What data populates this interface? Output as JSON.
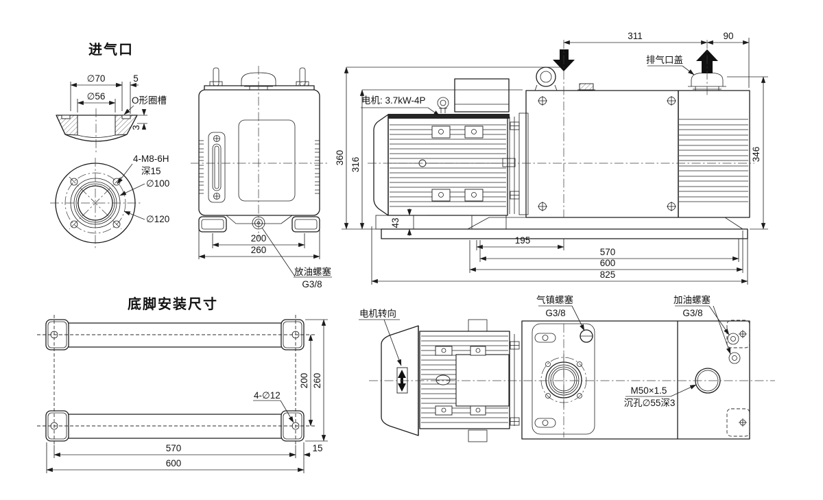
{
  "drawing": {
    "background": "#ffffff",
    "line_color": "#1c1c1c",
    "inlet": {
      "title": "进气口",
      "dia70": "∅70",
      "gap5": "5",
      "dia56": "∅56",
      "oring": "O形圈槽",
      "depth3": "3"
    },
    "flange": {
      "bolts": "4-M8-6H",
      "bolt_depth": "深15",
      "dia100": "∅100",
      "dia120": "∅120"
    },
    "front": {
      "dim200": "200",
      "dim260": "260",
      "drain_label": "放油螺塞",
      "drain_thread": "G3/8"
    },
    "side": {
      "dim311": "311",
      "dim90": "90",
      "exhaust_cover": "排气口盖",
      "motor_label": "电机: 3.7kW-4P",
      "dim360": "360",
      "dim316": "316",
      "dim43": "43",
      "dim346": "346",
      "dim195": "195",
      "dim570": "570",
      "dim600": "600",
      "dim825": "825"
    },
    "foot": {
      "title": "底脚安装尺寸",
      "dim200": "200",
      "dim260": "260",
      "holes": "4-∅12",
      "dim570": "570",
      "dim600": "600",
      "dim15": "15"
    },
    "plan": {
      "rotation_label": "电机转向",
      "ballast_label": "气镇螺塞",
      "ballast_thread": "G3/8",
      "fill_label": "加油螺塞",
      "fill_thread": "G3/8",
      "m50_label": "M50×1.5",
      "counterbore_label": "沉孔∅55深3"
    }
  }
}
